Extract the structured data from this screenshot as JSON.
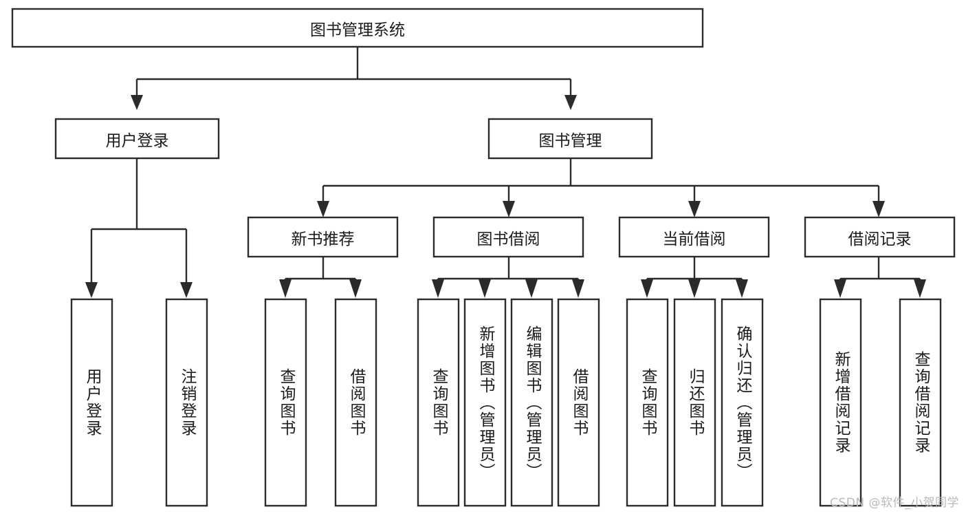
{
  "diagram": {
    "type": "tree-hierarchy-chart",
    "title": "图书管理系统",
    "orientation": "top-down",
    "background_color": "#ffffff",
    "line_color": "#2b2b2b",
    "box_fill": "#ffffff",
    "text_color": "#1b1b1b",
    "root": {
      "id": "root",
      "label": "图书管理系统",
      "level": 0,
      "text_direction": "horizontal"
    },
    "level1": [
      {
        "id": "user-login",
        "label": "用户登录",
        "level": 1,
        "text_direction": "horizontal",
        "children": [
          {
            "id": "user-login-do",
            "label": "用户登录",
            "level": 2,
            "text_direction": "vertical"
          },
          {
            "id": "user-logout",
            "label": "注销登录",
            "level": 2,
            "text_direction": "vertical"
          }
        ]
      },
      {
        "id": "book-manage",
        "label": "图书管理",
        "level": 1,
        "text_direction": "horizontal",
        "children": [
          {
            "id": "new-book-recommend",
            "label": "新书推荐",
            "level": 2,
            "text_direction": "horizontal",
            "children": [
              {
                "id": "recommend-query-book",
                "label": "查询图书",
                "level": 3,
                "text_direction": "vertical"
              },
              {
                "id": "recommend-borrow-book",
                "label": "借阅图书",
                "level": 3,
                "text_direction": "vertical"
              }
            ]
          },
          {
            "id": "book-borrow",
            "label": "图书借阅",
            "level": 2,
            "text_direction": "horizontal",
            "children": [
              {
                "id": "borrow-query-book",
                "label": "查询图书",
                "level": 3,
                "text_direction": "vertical"
              },
              {
                "id": "borrow-add-book",
                "label": "新增图书（管理员）",
                "level": 3,
                "text_direction": "vertical"
              },
              {
                "id": "borrow-edit-book",
                "label": "编辑图书（管理员）",
                "level": 3,
                "text_direction": "vertical"
              },
              {
                "id": "borrow-borrow-book",
                "label": "借阅图书",
                "level": 3,
                "text_direction": "vertical"
              }
            ]
          },
          {
            "id": "current-borrow",
            "label": "当前借阅",
            "level": 2,
            "text_direction": "horizontal",
            "children": [
              {
                "id": "current-query-book",
                "label": "查询图书",
                "level": 3,
                "text_direction": "vertical"
              },
              {
                "id": "current-return-book",
                "label": "归还图书",
                "level": 3,
                "text_direction": "vertical"
              },
              {
                "id": "current-confirm-return",
                "label": "确认归还（管理员）",
                "level": 3,
                "text_direction": "vertical"
              }
            ]
          },
          {
            "id": "borrow-record",
            "label": "借阅记录",
            "level": 2,
            "text_direction": "horizontal",
            "children": [
              {
                "id": "record-add",
                "label": "新增借阅记录",
                "level": 3,
                "text_direction": "vertical"
              },
              {
                "id": "record-query",
                "label": "查询借阅记录",
                "level": 3,
                "text_direction": "vertical"
              }
            ]
          }
        ]
      }
    ]
  },
  "watermark": {
    "text": "CSDN @软件_小贺同学"
  }
}
